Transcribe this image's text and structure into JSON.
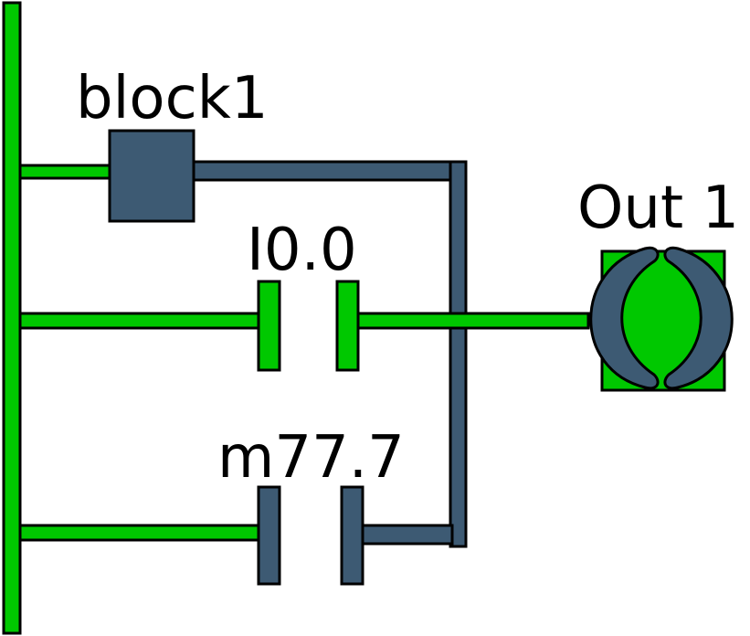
{
  "diagram": {
    "block_label": "block1",
    "contact1_label": "I0.0",
    "contact2_label": "m77.7",
    "coil_label": "Out 1"
  },
  "colors": {
    "energized": "#00c800",
    "deenergized": "#3d5a73",
    "outline": "#000000",
    "background": "#ffffff"
  },
  "states": {
    "block1_output": "off",
    "contact_I0_0": "closed-energized",
    "contact_m77_7": "off",
    "coil_out1": "on"
  }
}
